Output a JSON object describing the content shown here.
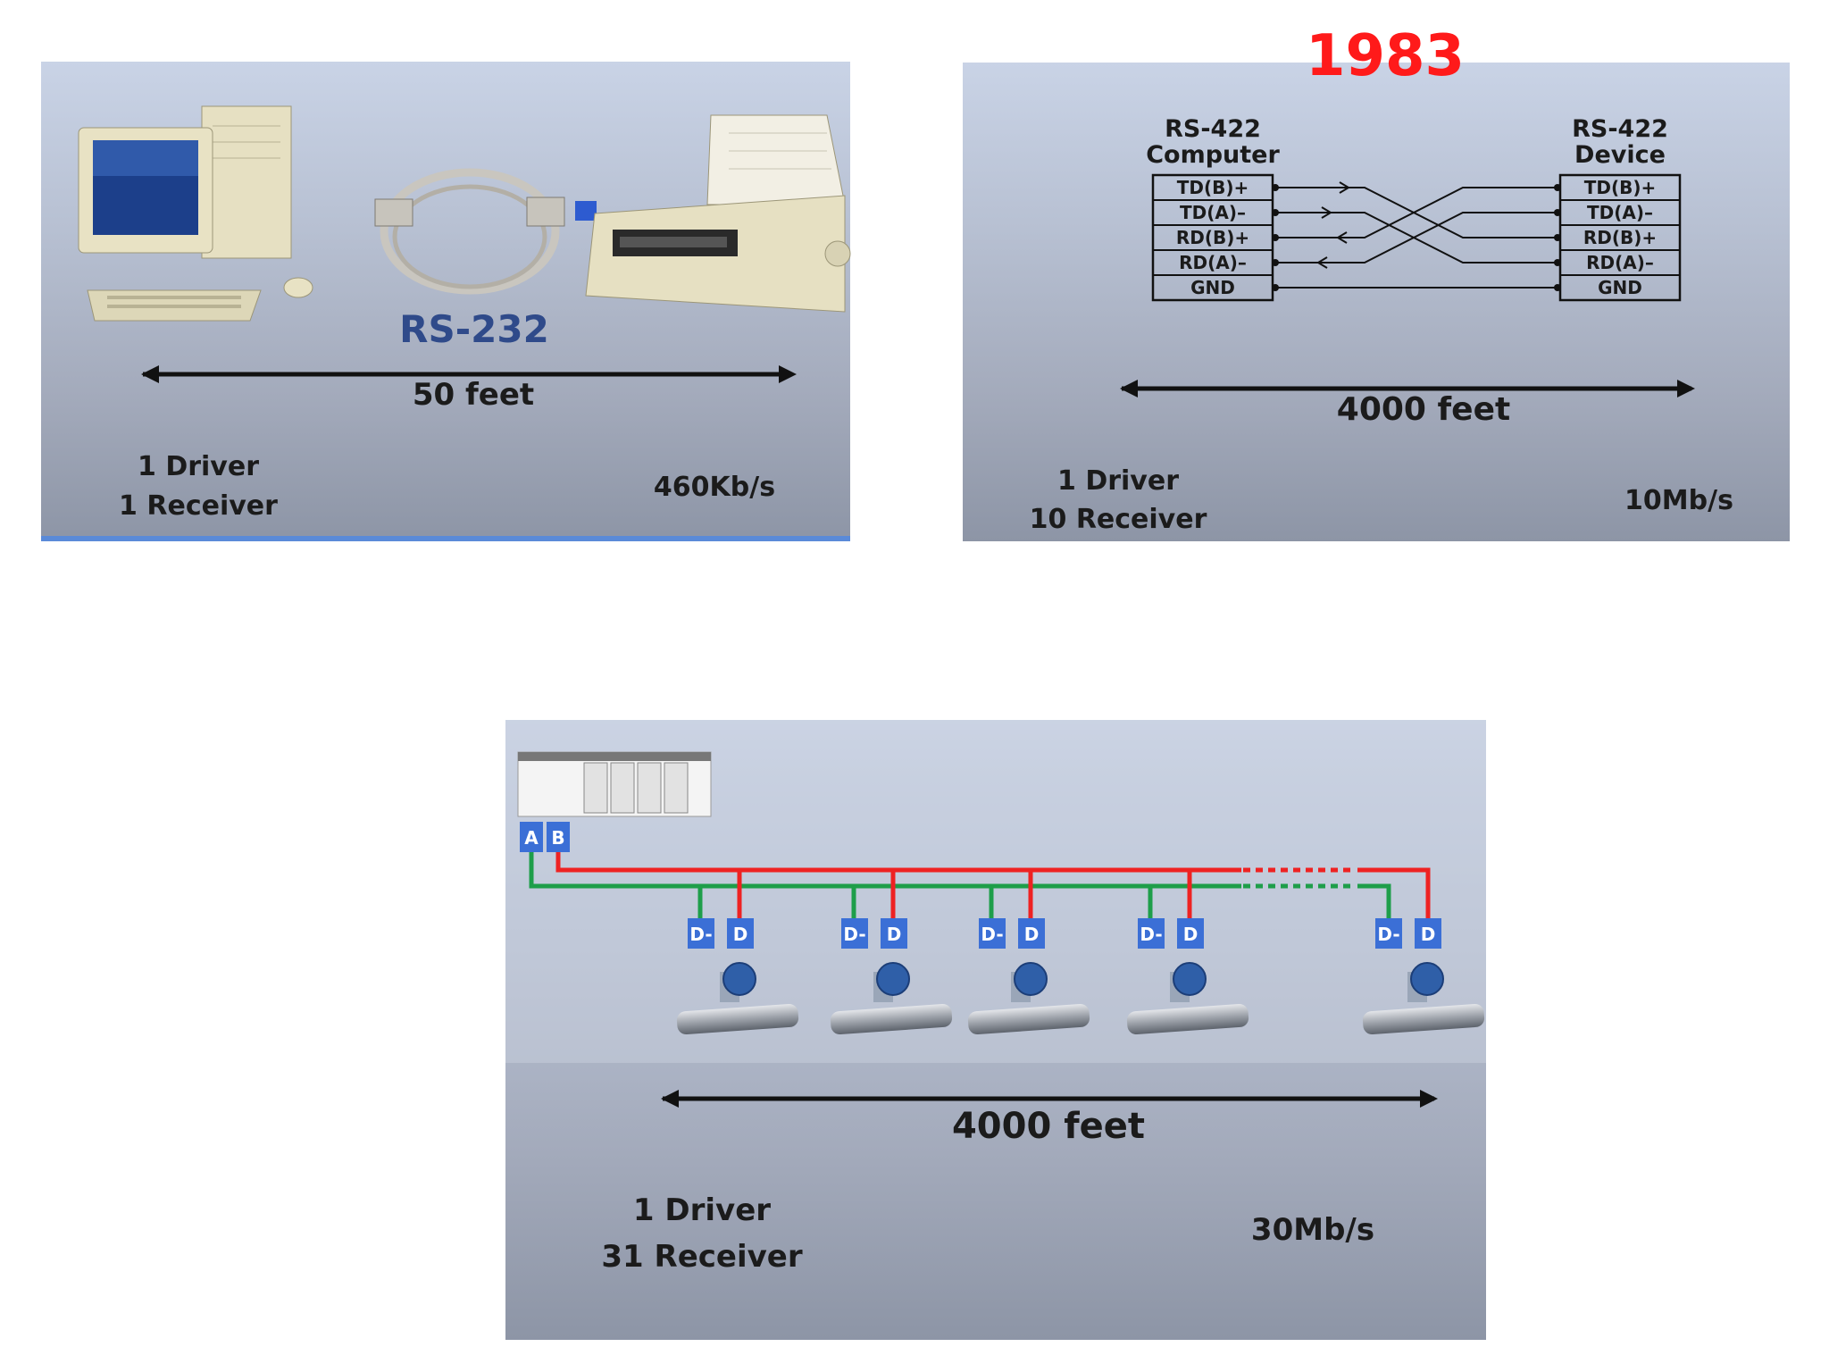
{
  "colors": {
    "arrow": "#111111",
    "bus_red": "#ee2222",
    "bus_green": "#1e9e4a",
    "box_blue": "#3b6fd6",
    "title_red": "#ff1a1a",
    "rs232_label": "#2f4a8a"
  },
  "panel_rs232": {
    "standard": "RS-232",
    "distance": "50 feet",
    "driver": "1 Driver",
    "receiver": "1 Receiver",
    "rate": "460Kb/s",
    "devices": [
      "computer-icon",
      "serial-cable-icon",
      "printer-icon"
    ]
  },
  "panel_rs422": {
    "year_partial": "1983",
    "computer_label_1": "RS-422",
    "computer_label_2": "Computer",
    "device_label_1": "RS-422",
    "device_label_2": "Device",
    "pins": [
      "TD(B)+",
      "TD(A)–",
      "RD(B)+",
      "RD(A)–",
      "GND"
    ],
    "distance": "4000 feet",
    "driver": "1 Driver",
    "receiver": "10 Receiver",
    "rate": "10Mb/s"
  },
  "panel_rs485": {
    "master_ports": [
      "A",
      "B"
    ],
    "node_ports": [
      "D-",
      "D"
    ],
    "node_count_drawn": 5,
    "distance": "4000 feet",
    "driver": "1 Driver",
    "receiver": "31 Receiver",
    "rate": "30Mb/s",
    "devices": [
      "plc-rack-icon",
      "flowmeter-icon"
    ]
  }
}
